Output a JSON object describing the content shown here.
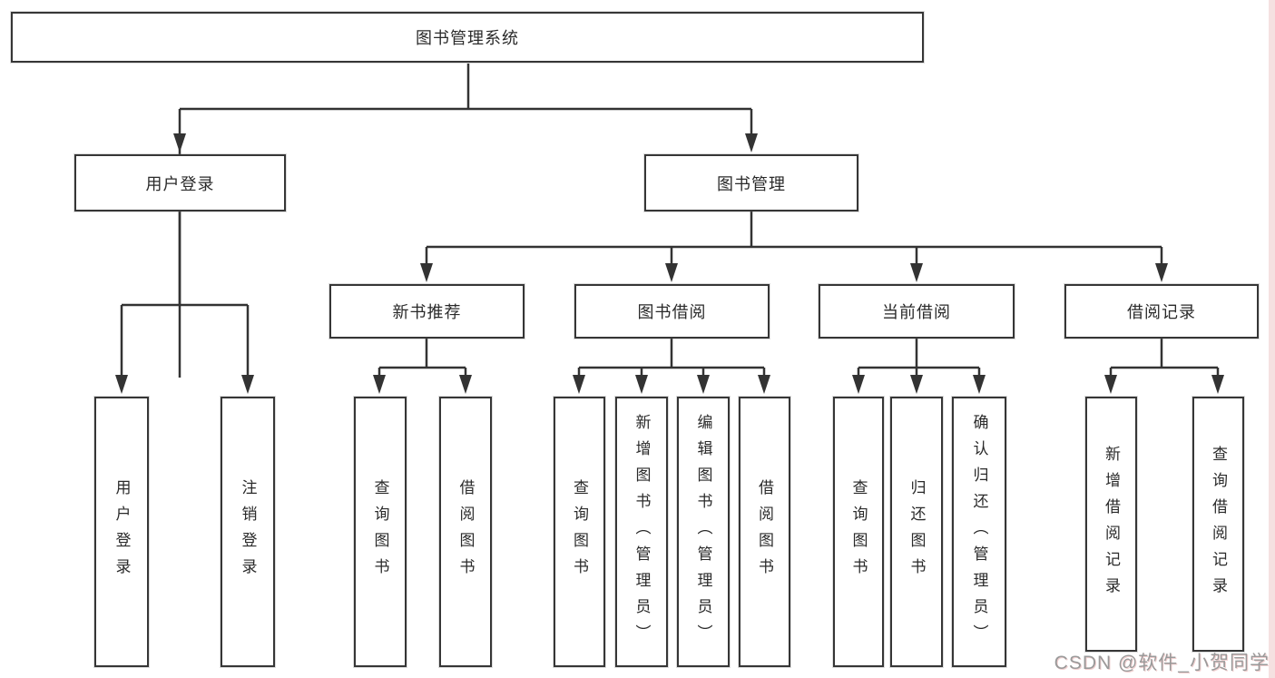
{
  "diagram": {
    "type": "hierarchy-tree",
    "nodes": {
      "root": {
        "label": "图书管理系统"
      },
      "user_login": {
        "label": "用户登录"
      },
      "book_management": {
        "label": "图书管理"
      },
      "new_book_recommend": {
        "label": "新书推荐"
      },
      "book_borrow": {
        "label": "图书借阅"
      },
      "current_borrow": {
        "label": "当前借阅"
      },
      "borrow_records": {
        "label": "借阅记录"
      },
      "leaf_user_login": {
        "label": "用户登录"
      },
      "leaf_logout": {
        "label": "注销登录"
      },
      "leaf_query_books_recommend": {
        "label": "查询图书"
      },
      "leaf_borrow_books_recommend": {
        "label": "借阅图书"
      },
      "leaf_query_books_borrow": {
        "label": "查询图书"
      },
      "leaf_add_books": {
        "label": "新增图书（管理员）"
      },
      "leaf_edit_books": {
        "label": "编辑图书（管理员）"
      },
      "leaf_borrow_books": {
        "label": "借阅图书"
      },
      "leaf_query_books_current": {
        "label": "查询图书"
      },
      "leaf_return_books": {
        "label": "归还图书"
      },
      "leaf_confirm_return": {
        "label": "确认归还（管理员）"
      },
      "leaf_add_borrow_record": {
        "label": "新增借阅记录"
      },
      "leaf_query_borrow_record": {
        "label": "查询借阅记录"
      }
    },
    "structure": {
      "图书管理系统": [
        "用户登录",
        "图书管理"
      ],
      "用户登录": [
        "用户登录",
        "注销登录"
      ],
      "图书管理": [
        "新书推荐",
        "图书借阅",
        "当前借阅",
        "借阅记录"
      ],
      "新书推荐": [
        "查询图书",
        "借阅图书"
      ],
      "图书借阅": [
        "查询图书",
        "新增图书（管理员）",
        "编辑图书（管理员）",
        "借阅图书"
      ],
      "当前借阅": [
        "查询图书",
        "归还图书",
        "确认归还（管理员）"
      ],
      "借阅记录": [
        "新增借阅记录",
        "查询借阅记录"
      ]
    }
  },
  "watermark": {
    "text": "CSDN @软件_小贺同学"
  },
  "colors": {
    "background": "#ffffff",
    "line": "#333333",
    "box_border": "#363636",
    "text": "#2a2a2a",
    "watermark_text": "#9a9a9a",
    "right_edge_tint": "#f3d9d9"
  }
}
